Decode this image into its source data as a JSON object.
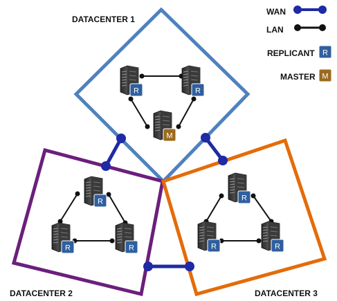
{
  "datacenters": [
    {
      "label": "DATACENTER 1",
      "color": "#4f81bd"
    },
    {
      "label": "DATACENTER 2",
      "color": "#6b1f7c"
    },
    {
      "label": "DATACENTER 3",
      "color": "#e36c0a"
    }
  ],
  "legend": {
    "wan": {
      "label": "WAN",
      "color": "#1f2aa5"
    },
    "lan": {
      "label": "LAN",
      "color": "#111111"
    },
    "replicant": {
      "label": "REPLICANT",
      "letter": "R",
      "color": "#2f5f9e"
    },
    "master": {
      "label": "MASTER",
      "letter": "M",
      "color": "#9a6a1e"
    }
  },
  "servers": [
    {
      "dc": 1,
      "role": "replicant"
    },
    {
      "dc": 1,
      "role": "replicant"
    },
    {
      "dc": 1,
      "role": "master"
    },
    {
      "dc": 2,
      "role": "replicant"
    },
    {
      "dc": 2,
      "role": "replicant"
    },
    {
      "dc": 2,
      "role": "replicant"
    },
    {
      "dc": 3,
      "role": "replicant"
    },
    {
      "dc": 3,
      "role": "replicant"
    },
    {
      "dc": 3,
      "role": "replicant"
    }
  ]
}
